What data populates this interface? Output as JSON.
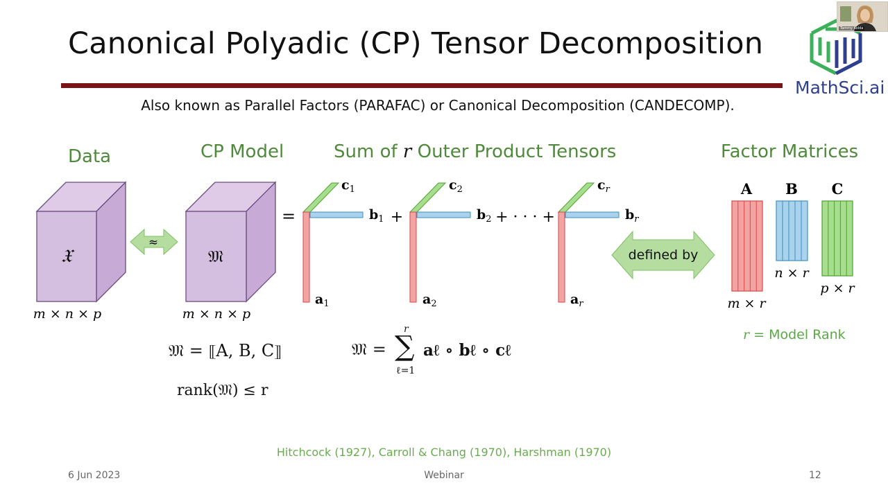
{
  "slide": {
    "title": "Canonical Polyadic (CP) Tensor Decomposition",
    "subtitle": "Also known as Parallel Factors (PARAFAC) or Canonical Decomposition (CANDECOMP)."
  },
  "headings": {
    "data": "Data",
    "cp_model": "CP Model",
    "sum_prefix": "Sum of",
    "sum_var": "r",
    "sum_suffix": "Outer Product Tensors",
    "factor_matrices": "Factor Matrices"
  },
  "tensors": {
    "data_symbol": "𝔛",
    "data_dims": "m × n × p",
    "model_symbol": "𝔐",
    "model_dims": "m × n × p",
    "approx_symbol": "≈",
    "equals": "="
  },
  "outer_products": [
    {
      "a": "a",
      "b": "b",
      "c": "c",
      "sub": "1"
    },
    {
      "a": "a",
      "b": "b",
      "c": "c",
      "sub": "2"
    },
    {
      "a": "a",
      "b": "b",
      "c": "c",
      "sub": "r"
    }
  ],
  "operators": {
    "plus": "+",
    "plus_dots": "+ · · · +"
  },
  "arrow_label": "defined by",
  "factor_matrices": [
    {
      "name": "A",
      "dims": "m × r",
      "color": "#f4a3a3",
      "stroke": "#d94848"
    },
    {
      "name": "B",
      "dims": "n × r",
      "color": "#a9d2ec",
      "stroke": "#3f8fbf"
    },
    {
      "name": "C",
      "dims": "p × r",
      "color": "#a6de8d",
      "stroke": "#4da32f"
    }
  ],
  "equations": {
    "kruskal": "𝔐 = ⟦A, B, C⟧",
    "rank": "rank(𝔐) ≤ r",
    "sum_lhs": "𝔐 =",
    "sum_top": "r",
    "sum_sigma": "∑",
    "sum_bottom": "ℓ=1",
    "sum_terms": "aℓ ∘ bℓ ∘ cℓ"
  },
  "model_rank": {
    "var": "r",
    "text": " = Model Rank"
  },
  "citation": "Hitchcock (1927), Carroll & Chang (1970), Harshman (1970)",
  "footer": {
    "date": "6 Jun 2023",
    "center": "Webinar",
    "page": "12"
  },
  "logo": {
    "text": "MathSci.ai"
  },
  "webcam": {
    "name": "Tammy Kolda"
  },
  "colors": {
    "cube_face": "#d5bfe0",
    "cube_stroke": "#6a4c80",
    "rule": "#7a1416",
    "heading": "#4e8a3a",
    "arrow_fill": "#b5ddA0",
    "arrow_stroke": "#7fbf63"
  }
}
